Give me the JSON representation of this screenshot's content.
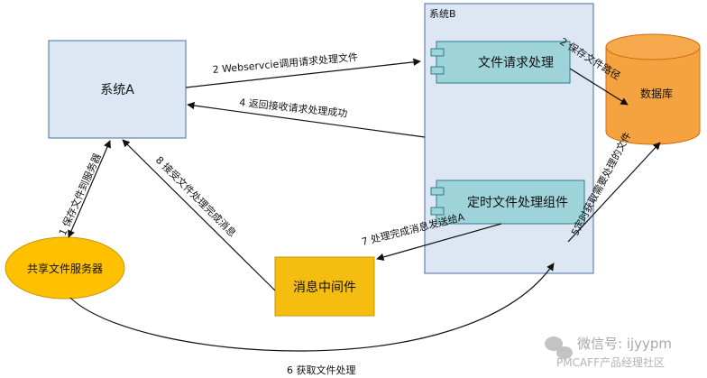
{
  "nodes": {
    "system_a": "系统A",
    "system_b": "系统B",
    "file_request_handler": "文件请求处理",
    "scheduled_file_processor": "定时文件处理组件",
    "database": "数据库",
    "shared_file_server": "共享文件服务器",
    "message_middleware": "消息中间件"
  },
  "edges": {
    "e1": "1 保存文件到服务器",
    "e2a": "2 Webservcie调用请求处理文件",
    "e2b": "2 保存文件路径",
    "e4": "4 返回接收请求处理成功",
    "e5": "5定时获取需要处理的文件",
    "e6": "6 获取文件处理",
    "e7": "7 处理完成消息发送给A",
    "e8": "8 接受文件处理完成消息"
  },
  "watermark": {
    "line1": "微信号: ijyypm",
    "line2": "PMCAFF产品经理社区"
  },
  "colors": {
    "box_blue": "#dde6f3",
    "component_teal": "#9fd3da",
    "database_orange": "#f5a241",
    "yellow": "#ffc000",
    "message_yellow": "#f4bd10"
  }
}
